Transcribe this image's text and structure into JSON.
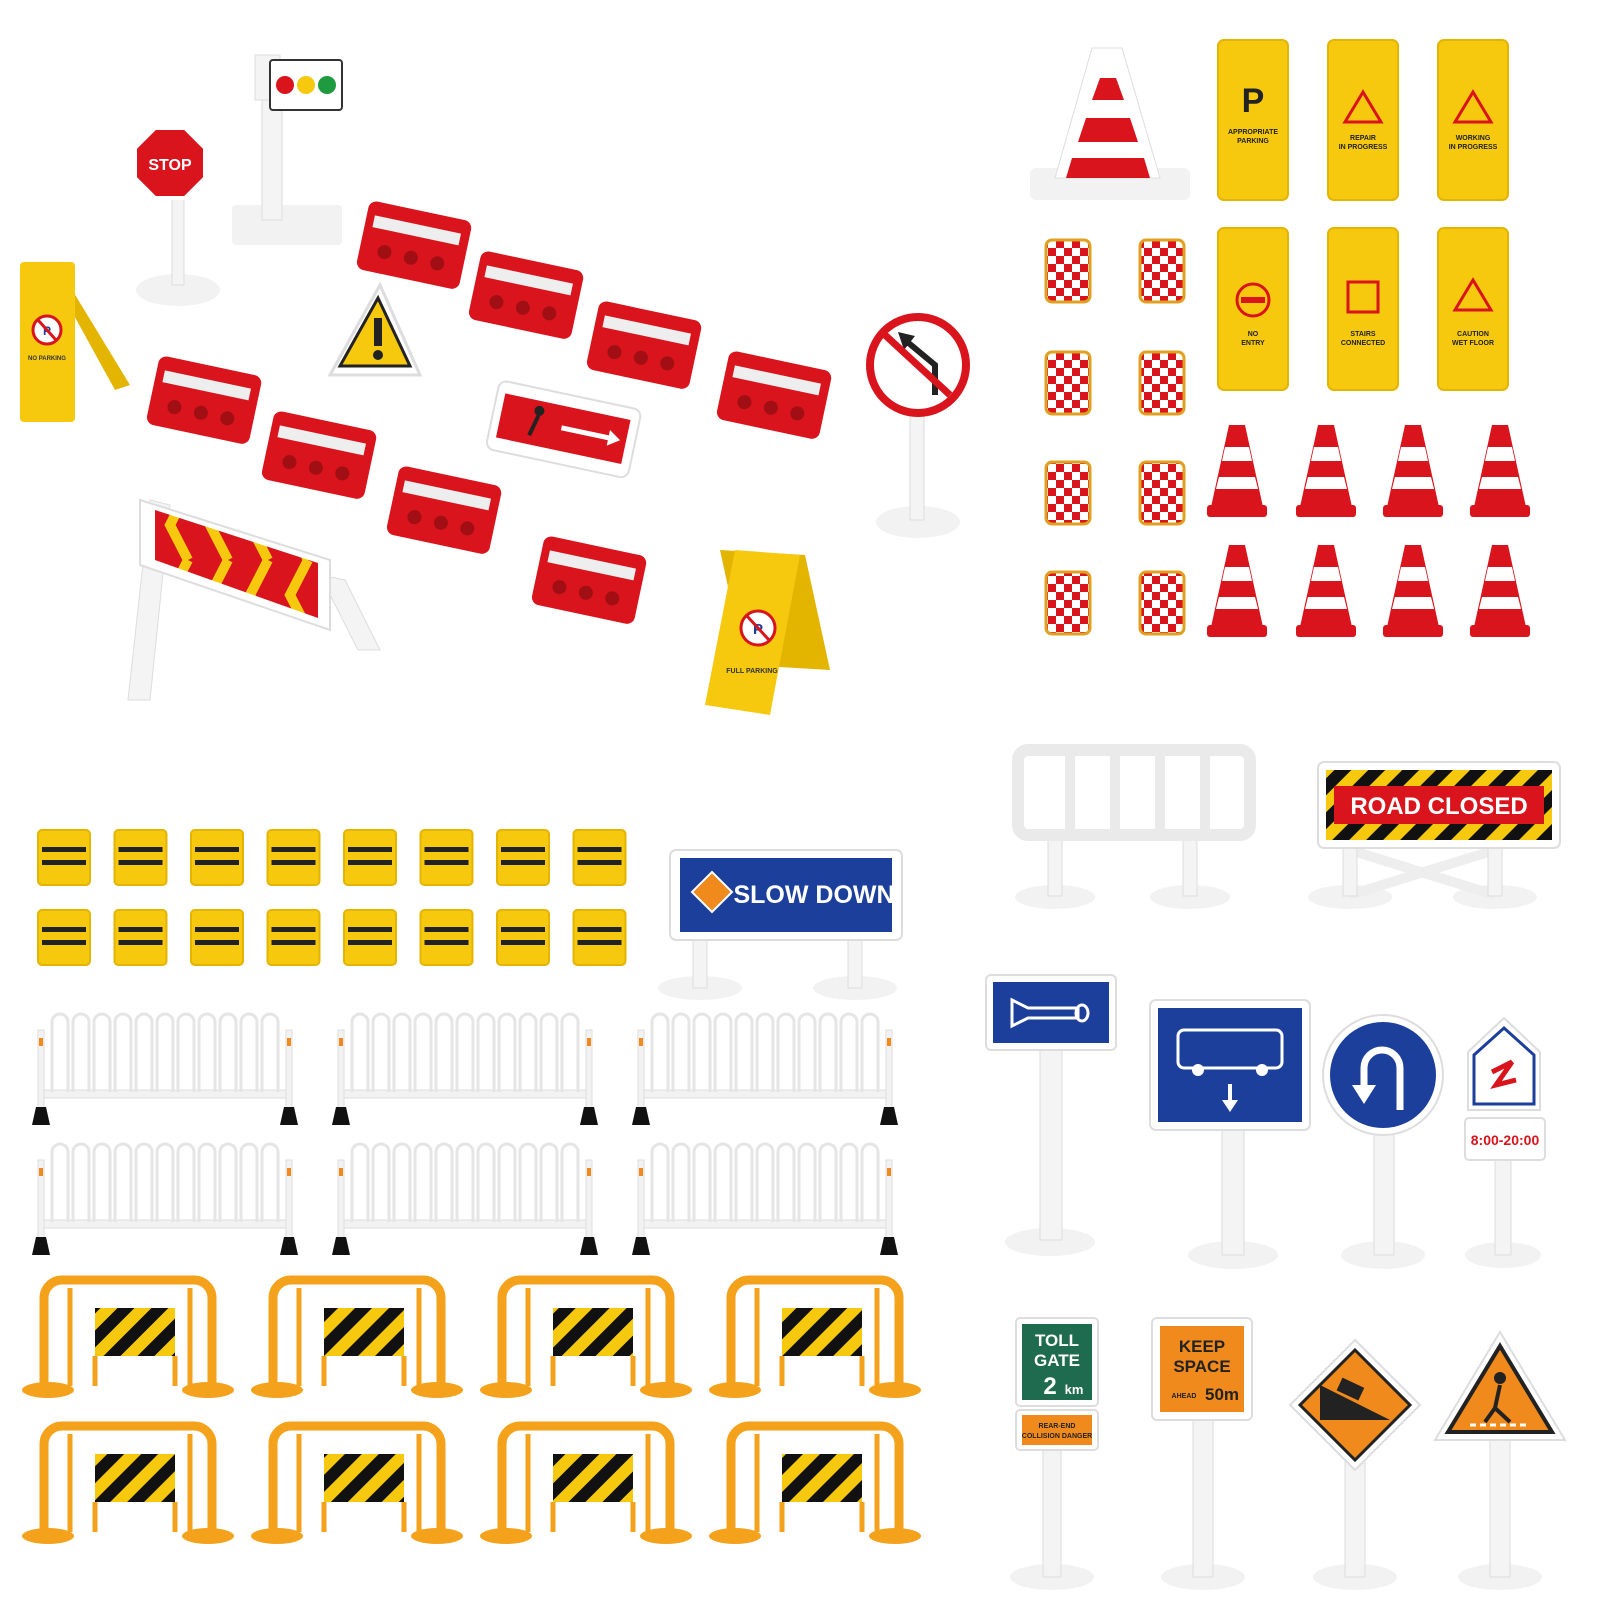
{
  "signs": {
    "stop": "STOP",
    "no_parking": "NO PARKING",
    "full_parking": "FULL PARKING",
    "appropriate_parking_line1": "APPROPRIATE",
    "appropriate_parking_line2": "PARKING",
    "repair_line1": "REPAIR",
    "repair_line2": "IN PROGRESS",
    "working_line1": "WORKING",
    "working_line2": "IN PROGRESS",
    "no_entry_line1": "NO",
    "no_entry_line2": "ENTRY",
    "stairs_line1": "STAIRS",
    "stairs_line2": "CONNECTED",
    "caution_line1": "CAUTION",
    "caution_line2": "WET FLOOR",
    "parking_letter": "P",
    "road_closed": "ROAD CLOSED",
    "slow_down": "SLOW DOWN",
    "time_range": "8:00-20:00",
    "toll_line1": "TOLL",
    "toll_line2": "GATE",
    "toll_km": "2",
    "toll_unit": "km",
    "rear_end_line1": "REAR-END",
    "rear_end_line2": "COLLISION DANGER",
    "keep_line1": "KEEP",
    "keep_line2": "SPACE",
    "keep_ahead": "AHEAD",
    "keep_dist": "50m"
  },
  "colors": {
    "red": "#d9141c",
    "yellow": "#f6c90e",
    "blue": "#1d3f9c",
    "orange": "#f08a1c",
    "green": "#1f6b4f",
    "white": "#ffffff"
  }
}
